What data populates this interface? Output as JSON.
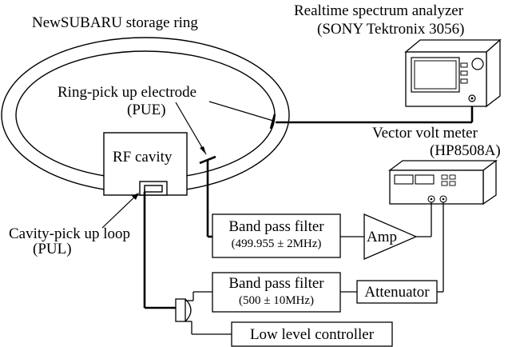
{
  "ring_label": "NewSUBARU storage ring",
  "spectrum_analyzer": {
    "line1": "Realtime spectrum analyzer",
    "line2": "(SONY Tektronix 3056)"
  },
  "pue": {
    "line1": "Ring-pick up electrode",
    "line2": "(PUE)"
  },
  "rf_cavity": "RF cavity",
  "vector_volt_meter": {
    "line1": "Vector volt meter",
    "line2": "(HP8508A)"
  },
  "pul": {
    "line1": "Cavity-pick up loop",
    "line2": "(PUL)"
  },
  "bpf1": {
    "line1": "Band pass filter",
    "line2": "(499.955 ± 2MHz)"
  },
  "bpf2": {
    "line1": "Band pass filter",
    "line2": "(500 ± 10MHz)"
  },
  "amp": "Amp",
  "attenuator": "Attenuator",
  "llc": "Low level controller"
}
